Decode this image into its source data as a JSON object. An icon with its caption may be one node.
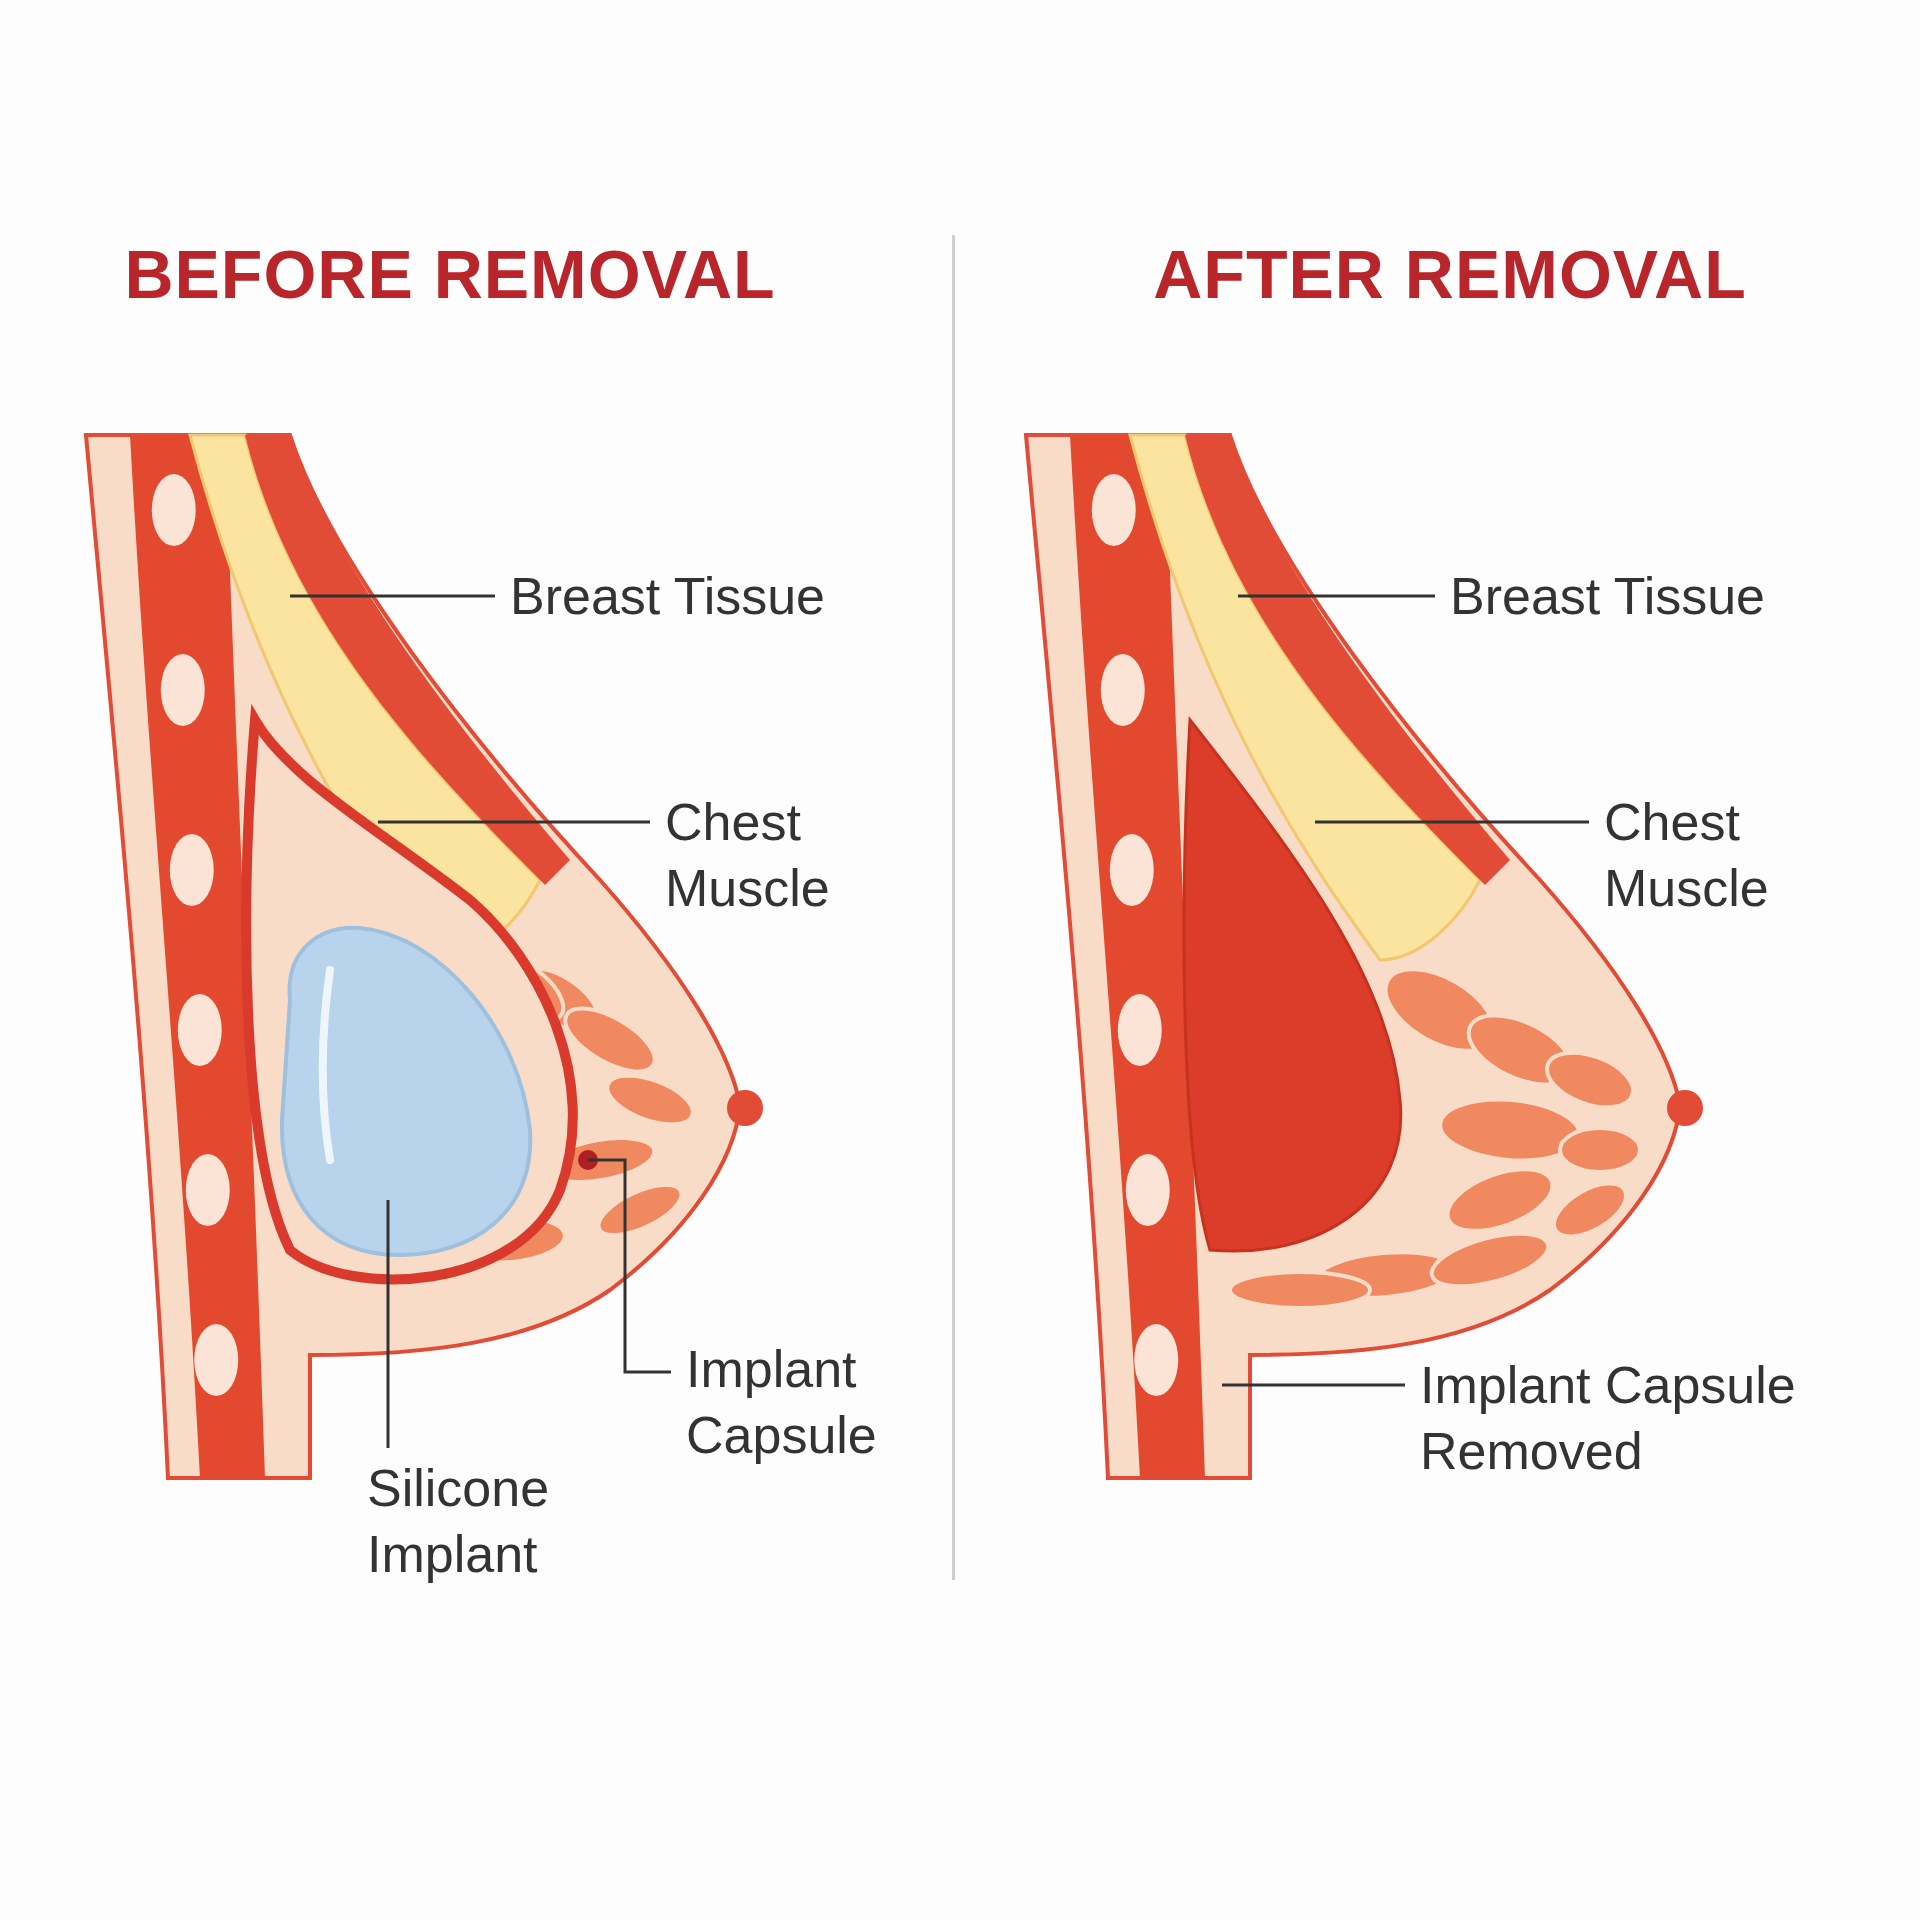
{
  "diagram": {
    "nodes": [
      {
        "text": [
          "Breast Tissue"
        ]
      },
      {
        "text": [
          "Chest Muscle"
        ]
      },
      {
        "text": [
          "Implant Capsule"
        ]
      },
      {
        "text": [
          "Silicone Implant"
        ]
      },
      {
        "text": [
          "Breast Tissue"
        ]
      },
      {
        "text": [
          "Chest Muscle"
        ]
      },
      {
        "text": [
          "Implant Capsule Removed"
        ]
      }
    ],
    "edges": [
      {
        "from": 0,
        "to": null,
        "arrow": "none"
      },
      {
        "from": 1,
        "to": null,
        "arrow": "none"
      },
      {
        "from": 2,
        "to": null,
        "arrow": "none"
      },
      {
        "from": 3,
        "to": null,
        "arrow": "none"
      },
      {
        "from": 4,
        "to": null,
        "arrow": "none"
      },
      {
        "from": 5,
        "to": null,
        "arrow": "none"
      },
      {
        "from": 6,
        "to": null,
        "arrow": "none"
      }
    ],
    "labels": [
      "BEFORE REMOVAL",
      "AFTER REMOVAL"
    ]
  }
}
